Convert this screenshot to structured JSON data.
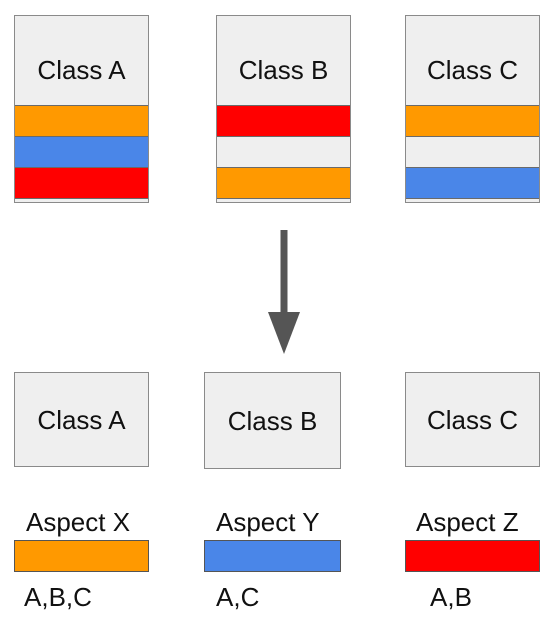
{
  "colors": {
    "orange": "#ff9900",
    "blue": "#4a86e8",
    "red": "#ff0000",
    "gray": "#efefef"
  },
  "top_classes": [
    {
      "label": "Class A",
      "stripes": [
        "orange",
        "blue",
        "red",
        "empty"
      ]
    },
    {
      "label": "Class B",
      "stripes": [
        "red",
        "empty",
        "orange",
        "empty"
      ]
    },
    {
      "label": "Class C",
      "stripes": [
        "orange",
        "empty",
        "blue",
        "empty"
      ]
    }
  ],
  "bottom_classes": [
    {
      "label": "Class A"
    },
    {
      "label": "Class B"
    },
    {
      "label": "Class C"
    }
  ],
  "aspects": [
    {
      "name": "Aspect X",
      "color": "orange",
      "classes": "A,B,C"
    },
    {
      "name": "Aspect Y",
      "color": "blue",
      "classes": "A,C"
    },
    {
      "name": "Aspect Z",
      "color": "red",
      "classes": "A,B"
    }
  ]
}
